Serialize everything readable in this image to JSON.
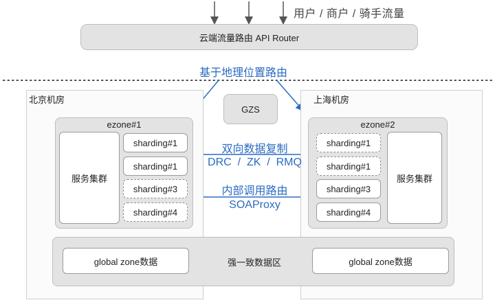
{
  "top_label": "用户 / 商户 / 骑手流量",
  "router": {
    "label": "云端流量路由 API Router"
  },
  "geo_routing_label": "基于地理位置路由",
  "rooms": {
    "beijing": {
      "title": "北京机房"
    },
    "shanghai": {
      "title": "上海机房"
    }
  },
  "gzs": "GZS",
  "ezone1": {
    "title": "ezone#1",
    "service": "服务集群",
    "shards": [
      "sharding#1",
      "sharding#1",
      "sharding#3",
      "sharding#4"
    ]
  },
  "ezone2": {
    "title": "ezone#2",
    "service": "服务集群",
    "shards": [
      "sharding#1",
      "sharding#1",
      "sharding#3",
      "sharding#4"
    ]
  },
  "replication": {
    "title": "双向数据复制",
    "tools": "DRC  /  ZK  /  RMQ"
  },
  "internal_routing": {
    "title": "内部调用路由",
    "name": "SOAProxy"
  },
  "global_zone": {
    "title": "强一致数据区",
    "left": "global zone数据",
    "right": "global zone数据"
  },
  "colors": {
    "accent": "#2a6bc2",
    "box_gray": "#e3e3e3"
  }
}
